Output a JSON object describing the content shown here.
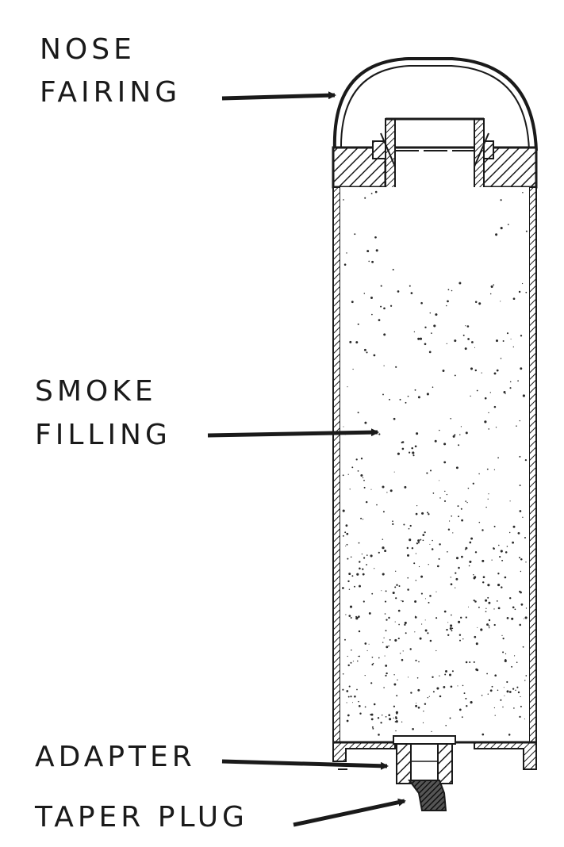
{
  "labels": {
    "nose_fairing_line1": "NOSE",
    "nose_fairing_line2": "FAIRING",
    "smoke_filling_line1": "SMOKE",
    "smoke_filling_line2": "FILLING",
    "adapter": "ADAPTER",
    "taper_plug": "TAPER PLUG"
  },
  "colors": {
    "ink": "#1a1a1a",
    "paper": "#ffffff",
    "speckle": "#2a2a2a"
  }
}
